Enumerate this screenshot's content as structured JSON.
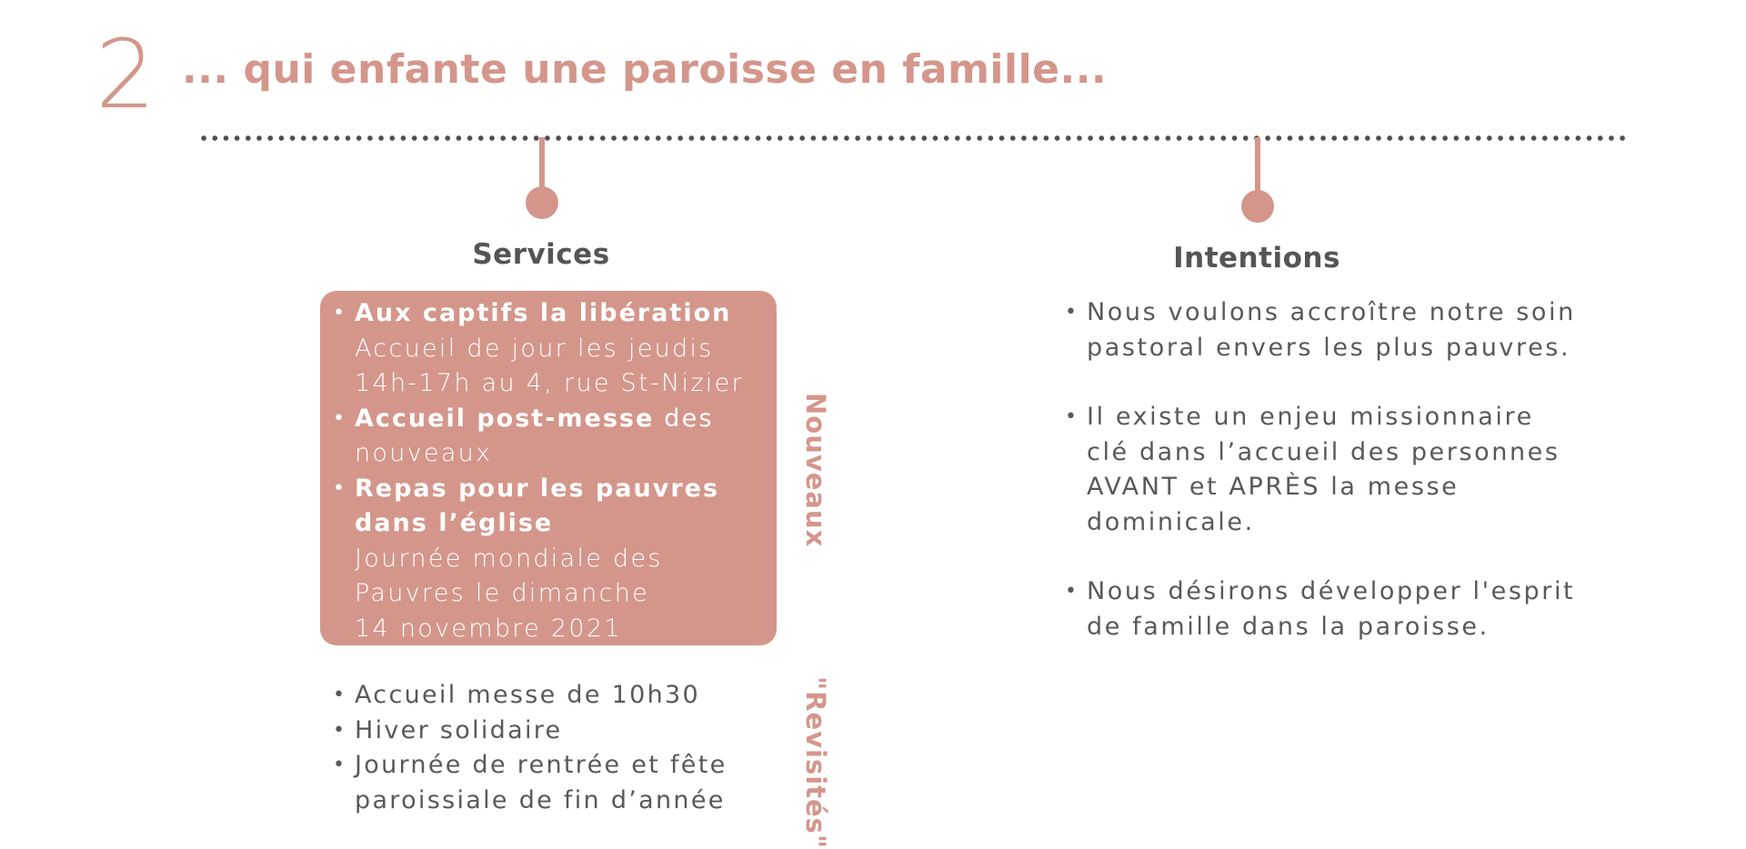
{
  "header": {
    "number": "2",
    "title": "... qui enfante une paroisse en famille..."
  },
  "colors": {
    "accent": "#d4968b",
    "text": "#5a5858",
    "timeline": "#4e4e4e"
  },
  "services": {
    "heading": "Services",
    "new_label": "Nouveaux",
    "revisited_label": "\"Revisités\"",
    "new_items": [
      {
        "title": "Aux captifs la libération",
        "lines": [
          "Accueil de jour les jeudis",
          "14h-17h au 4, rue St-Nizier"
        ]
      },
      {
        "title": "Accueil post-messe",
        "suffix": " des",
        "lines": [
          "nouveaux"
        ]
      },
      {
        "title": "Repas pour les pauvres dans l’église",
        "lines": [
          "Journée mondiale des",
          "Pauvres le dimanche",
          "14 novembre 2021"
        ]
      }
    ],
    "revisited_items": [
      "Accueil messe de 10h30",
      "Hiver solidaire",
      "Journée de rentrée et fête paroissiale de fin d’année"
    ]
  },
  "intentions": {
    "heading": "Intentions",
    "items": [
      "Nous voulons accroître notre soin pastoral envers les plus pauvres.",
      "Il existe un enjeu missionnaire clé dans l’accueil des personnes AVANT et APRÈS la messe dominicale.",
      "Nous désirons développer l'esprit de famille dans la paroisse."
    ]
  }
}
